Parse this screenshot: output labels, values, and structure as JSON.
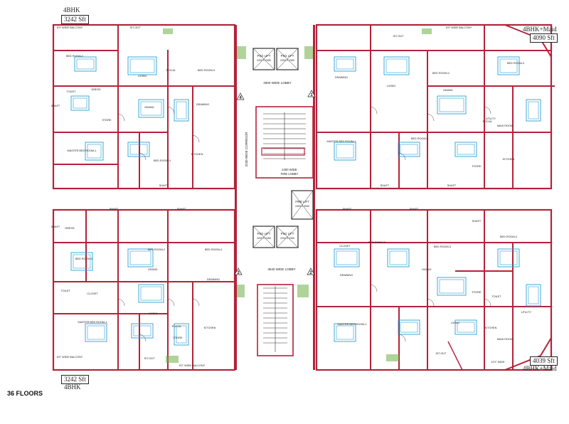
{
  "units": {
    "top_left": {
      "type": "4BHK",
      "area": "3242 Sft"
    },
    "top_right": {
      "type": "4BHK+Maid",
      "area": "4090 Sft"
    },
    "bottom_left": {
      "type": "4BHK",
      "area": "3242 Sft"
    },
    "bottom_right": {
      "type": "4BHK+Maid",
      "area": "4039 Sft"
    }
  },
  "core": {
    "psg_lift": "PSG LIFT",
    "psg_lift_size": "2200 x 2350",
    "fire_lift": "FIRE LIFT",
    "fire_lift_size": "2400 x 3050",
    "lobby_top": "2900 WIDE LOBBY",
    "lobby_bottom": "3640 WIDE LOBBY",
    "fire_lobby": "2400 WIDE FIRE LOBBY",
    "corridor": "2230 WIDE CORRIDOR"
  },
  "rooms": {
    "living": "LIVING",
    "dining": "DINING",
    "drawing": "DRAWING",
    "kitchen": "KITCHEN",
    "master_bed": "MASTER BED ROOM-1",
    "bed2": "BED ROOM-2",
    "bed3": "BED ROOM-3",
    "bed4": "BED ROOM-4",
    "balcony": "6'0\" WIDE BALCONY",
    "sit_out": "SIT-OUT",
    "pooja": "POOJA",
    "shaft": "SHAFT",
    "toilet": "TOILET",
    "dress": "DRESS",
    "store": "STORE",
    "utility": "UTILITY",
    "maid_room": "MAID ROOM"
  },
  "markers": [
    "1",
    "2",
    "3",
    "4"
  ],
  "footer": "36 FLOORS",
  "colors": {
    "wall": "#b3233a",
    "furniture": "#2a9fd6",
    "green": "#6fae46",
    "line": "#333333"
  }
}
